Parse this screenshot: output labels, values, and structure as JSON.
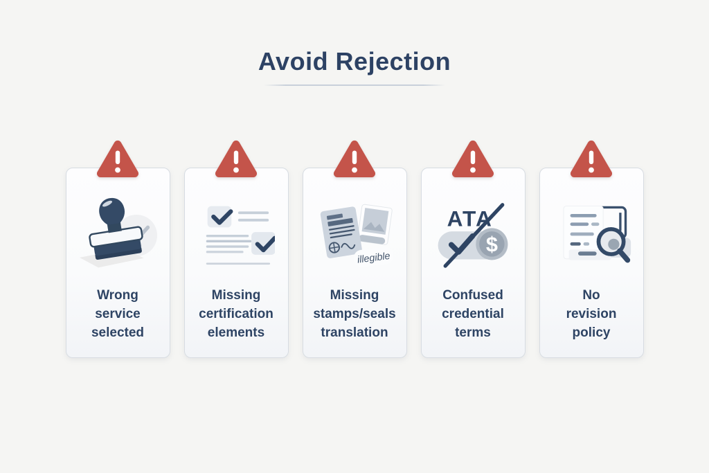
{
  "title": "Avoid Rejection",
  "cards": [
    {
      "name": "wrong-service",
      "icon": "rubber-stamp-icon",
      "label": "Wrong\nservice\nselected"
    },
    {
      "name": "missing-certification",
      "icon": "checklist-icon",
      "label": "Missing\ncertification\nelements"
    },
    {
      "name": "missing-stamps",
      "icon": "illegible-document-icon",
      "label": "Missing\nstamps/seals\ntranslation",
      "icon_text": "illegible"
    },
    {
      "name": "confused-credentials",
      "icon": "ata-slash-icon",
      "label": "Confused\ncredential\nterms",
      "icon_text": "ATA",
      "coin_symbol": "$"
    },
    {
      "name": "no-revision",
      "icon": "document-magnifier-icon",
      "label": "No\nrevision\npolicy"
    }
  ],
  "colors": {
    "background": "#f5f5f3",
    "card_border": "#d7dce2",
    "warning_red": "#c4544a",
    "navy": "#2e4464",
    "icon_line_gray": "#c6cfd9",
    "icon_box_gray": "#e5eaef"
  }
}
